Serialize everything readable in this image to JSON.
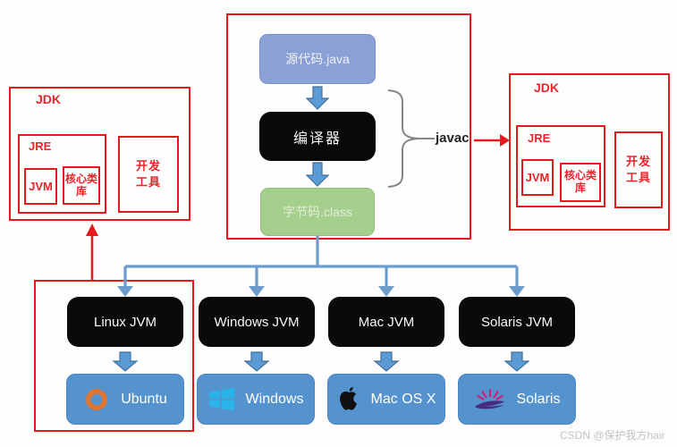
{
  "colors": {
    "frame_red": "#e8191d",
    "source_box_blue": "#8ca0d8",
    "bytecode_box_green": "#a5cf8c",
    "jvm_box_black": "#0a0a0a",
    "os_box_blue": "#5593cf",
    "block_arrow_blue": "#5b9bd5",
    "block_arrow_border": "#41719c",
    "connector_blue": "#6b9ccc",
    "brace_gray": "#848484",
    "ubuntu_orange": "#e0752f",
    "windows_cyan": "#2bb4ea",
    "solaris_magenta": "#cc1f7a",
    "solaris_purple": "#472b7d",
    "watermark_gray": "#c3c3c8"
  },
  "compile_flow": {
    "source_label": "源代码.java",
    "compiler_label": "编译器",
    "bytecode_label": "字节码.class",
    "javac_label": "javac"
  },
  "jdk_left": {
    "jdk_label": "JDK",
    "jre_label": "JRE",
    "jvm_label": "JVM",
    "core_lib_label": "核心类库",
    "dev_tools_label": "开发工具"
  },
  "jdk_right": {
    "jdk_label": "JDK",
    "jre_label": "JRE",
    "jvm_label": "JVM",
    "core_lib_label": "核心类库",
    "dev_tools_label": "开发工具"
  },
  "platforms": [
    {
      "jvm_label": "Linux JVM",
      "os_label": "Ubuntu",
      "icon": "ubuntu-icon"
    },
    {
      "jvm_label": "Windows JVM",
      "os_label": "Windows",
      "icon": "windows-icon"
    },
    {
      "jvm_label": "Mac JVM",
      "os_label": "Mac OS X",
      "icon": "apple-icon"
    },
    {
      "jvm_label": "Solaris JVM",
      "os_label": "Solaris",
      "icon": "solaris-icon"
    }
  ],
  "watermark": "CSDN @保护我方hair"
}
